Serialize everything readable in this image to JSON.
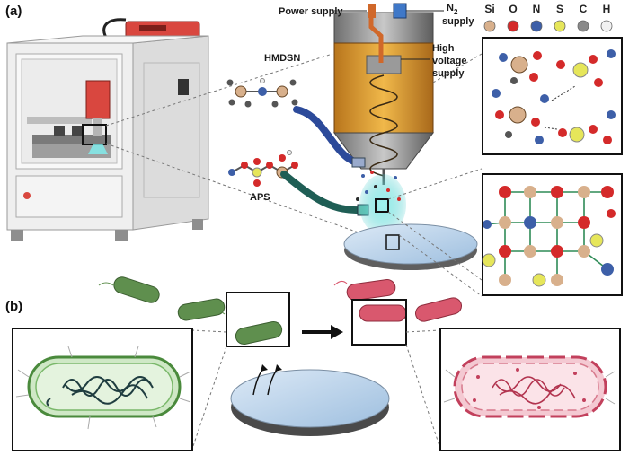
{
  "panels": {
    "a": "(a)",
    "b": "(b)"
  },
  "labels": {
    "power_supply": "Power supply",
    "n2_main": "N",
    "n2_sub": "2",
    "n2_supply": "supply",
    "high_voltage_1": "High",
    "high_voltage_2": "voltage",
    "high_voltage_3": "supply",
    "hmdsn": "HMDSN",
    "aps": "APS"
  },
  "legend": [
    {
      "symbol": "Si",
      "color": "#d8b08c"
    },
    {
      "symbol": "O",
      "color": "#d42a2a"
    },
    {
      "symbol": "N",
      "color": "#3d5fa8"
    },
    {
      "symbol": "S",
      "color": "#e6e65a"
    },
    {
      "symbol": "C",
      "color": "#8a8a8a"
    },
    {
      "symbol": "H",
      "color": "#f2f2f2"
    }
  ],
  "colors": {
    "printer_body": "#e9e9e9",
    "printer_head": "#d9473f",
    "bacteria_alive": "#5f8f4e",
    "bacteria_dead": "#d9586e",
    "nozzle_copper": "#e0a033",
    "hmdsn_tube": "#2c4a9a",
    "aps_tube": "#1f5e55",
    "disc": "#b9d2ea"
  }
}
